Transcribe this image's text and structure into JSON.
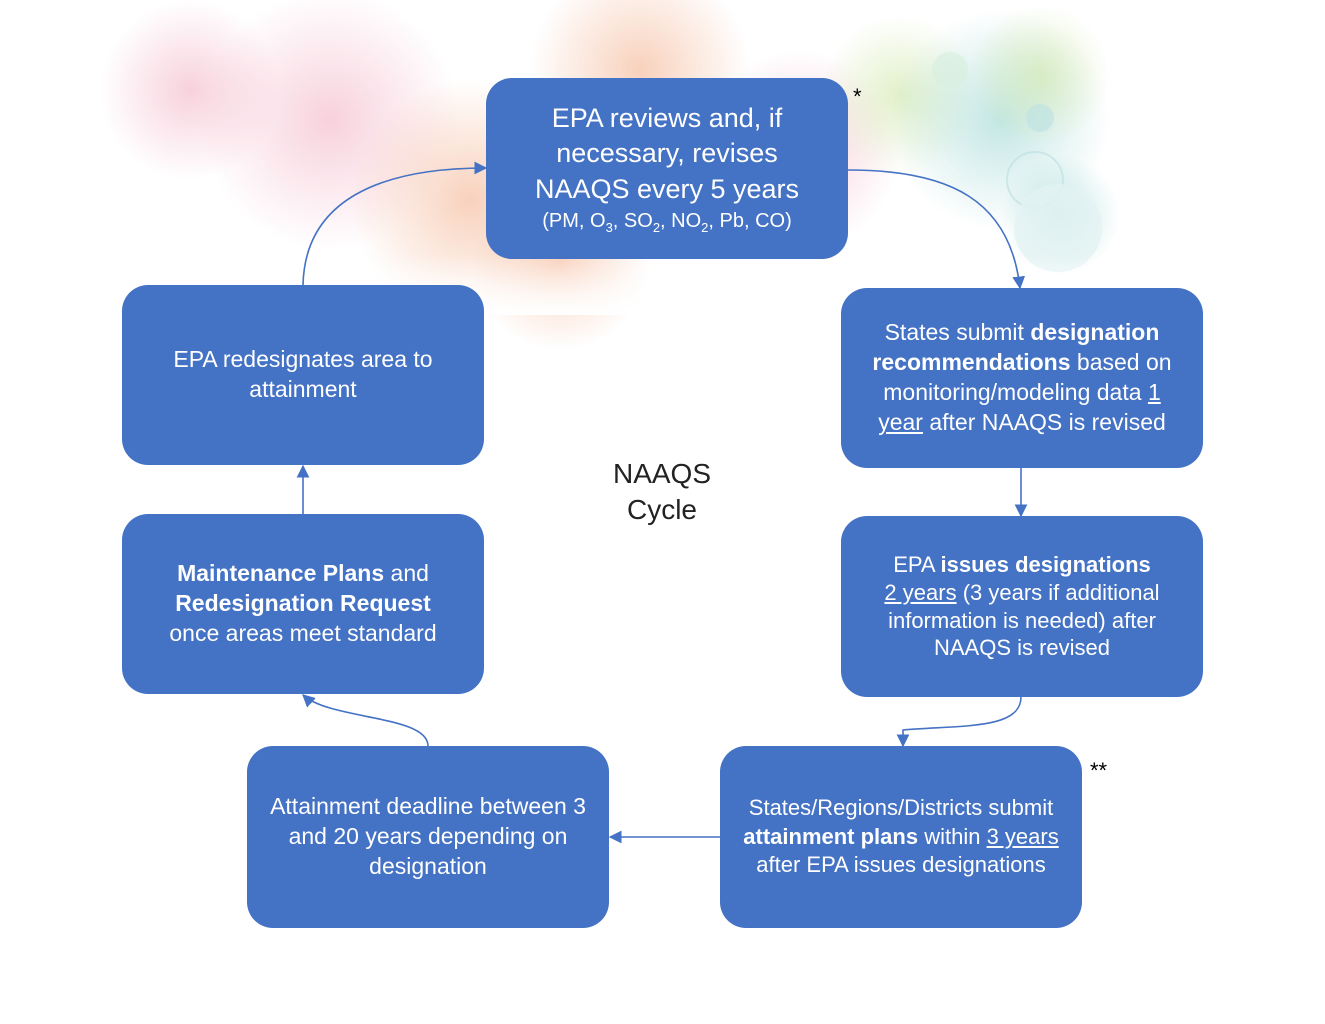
{
  "center_label": {
    "line1": "NAAQS",
    "line2": "Cycle"
  },
  "nodes": {
    "review": {
      "l1": "EPA reviews and, if",
      "l2": "necessary, revises",
      "l3": "NAAQS every 5 years",
      "pollutants": {
        "pm": "(PM, O",
        "o3_sub": "3",
        "so": ", SO",
        "so2_sub": "2",
        "no": ", NO",
        "no2_sub": "2",
        "rest": ", Pb, CO)"
      }
    },
    "submit_recs": {
      "t1": "States submit ",
      "b1": "designation recommendations",
      "t2": " based on monitoring/modeling data ",
      "u1": "1 year",
      "t3": " after NAAQS is revised"
    },
    "issue_desig": {
      "t1": "EPA ",
      "b1": "issues designations",
      "u1": "2 years",
      "t2": " (3 years if additional information is needed) after NAAQS is revised"
    },
    "attain_plans": {
      "t1": "States/Regions/Districts submit ",
      "b1": "attainment plans",
      "t2": " within ",
      "u1": "3 years",
      "t3": " after EPA issues designations"
    },
    "deadline": {
      "text": "Attainment deadline between 3 and 20 years depending on designation"
    },
    "maintenance": {
      "b1": "Maintenance Plans",
      "t1": " and ",
      "b2": "Redesignation Request",
      "t2": "once areas meet standard"
    },
    "redesignate": {
      "text": "EPA redesignates area to attainment"
    }
  },
  "footnote_marks": {
    "single": "*",
    "double": "**"
  },
  "colors": {
    "node_fill": "#4472c4",
    "connector": "#4472c4",
    "text_on_node": "#ffffff"
  }
}
